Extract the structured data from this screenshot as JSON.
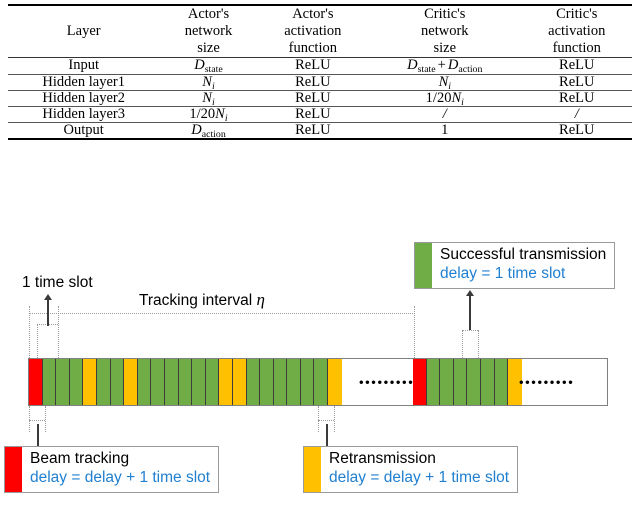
{
  "table": {
    "headers": [
      "Layer",
      [
        "Actor's",
        "network",
        "size"
      ],
      [
        "Actor's",
        "activation",
        "function"
      ],
      [
        "Critic's",
        "network",
        "size"
      ],
      [
        "Critic's",
        "activation",
        "function"
      ]
    ],
    "rows": [
      {
        "layer": "Input",
        "actor_size": "D_state",
        "actor_act": "ReLU",
        "critic_size": "D_state + D_action",
        "critic_act": "ReLU"
      },
      {
        "layer": "Hidden  layer1",
        "actor_size": "N_i",
        "actor_act": "ReLU",
        "critic_size": "N_i",
        "critic_act": "ReLU"
      },
      {
        "layer": "Hidden  layer2",
        "actor_size": "N_i",
        "actor_act": "ReLU",
        "critic_size": "1/20 N_i",
        "critic_act": "ReLU"
      },
      {
        "layer": "Hidden  layer3",
        "actor_size": "1/20 N_i",
        "actor_act": "ReLU",
        "critic_size": "/",
        "critic_act": "/"
      },
      {
        "layer": "Output",
        "actor_size": "D_action",
        "actor_act": "ReLU",
        "critic_size": "1",
        "critic_act": "ReLU"
      }
    ]
  },
  "diagram": {
    "labels": {
      "time_slot": "1 time slot",
      "tracking_interval": "Tracking interval",
      "tracking_symbol": "η",
      "ellipsis": "•••••••••"
    },
    "colors": {
      "beam_tracking": "#FF0000",
      "successful": "#70AD47",
      "retransmission": "#FFC000",
      "delay_text": "#1F7FD0",
      "bar_border": "#808080",
      "slot_border": "#3D3D3D",
      "guide": "#9A9A9A"
    },
    "callouts": [
      {
        "id": "successful-transmission",
        "title": "Successful transmission",
        "delay": "delay = 1 time slot",
        "swatch": "#70AD47"
      },
      {
        "id": "beam-tracking",
        "title": "Beam tracking",
        "delay": "delay = delay + 1 time slot",
        "swatch": "#FF0000"
      },
      {
        "id": "retransmission",
        "title": "Retransmission",
        "delay": "delay = delay + 1 time slot",
        "swatch": "#FFC000"
      }
    ],
    "timeline": {
      "segment1": [
        "red",
        "green",
        "green",
        "green",
        "yellow",
        "green",
        "green",
        "yellow",
        "green",
        "green",
        "green",
        "green",
        "green",
        "green",
        "yellow",
        "yellow",
        "green",
        "green",
        "green",
        "green",
        "green",
        "green",
        "yellow"
      ],
      "segment2": [
        "red",
        "green",
        "green",
        "green",
        "green",
        "green",
        "green",
        "yellow"
      ]
    }
  }
}
